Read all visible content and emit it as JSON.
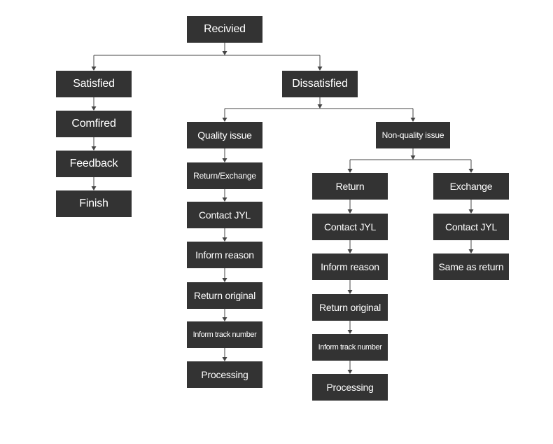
{
  "diagram": {
    "nodes": {
      "recivied": "Recivied",
      "satisfied": "Satisfied",
      "comfired": "Comfired",
      "feedback": "Feedback",
      "finish": "Finish",
      "dissatisfied": "Dissatisfied",
      "quality_issue": "Quality issue",
      "q_return_exchange": "Return/Exchange",
      "q_contact": "Contact JYL",
      "q_inform_reason": "Inform reason",
      "q_return_original": "Return original",
      "q_inform_track": "Inform track number",
      "q_processing": "Processing",
      "non_quality_issue": "Non-quality issue",
      "r_return": "Return",
      "r_contact": "Contact JYL",
      "r_inform_reason": "Inform reason",
      "r_return_original": "Return original",
      "r_inform_track": "Inform track number",
      "r_processing": "Processing",
      "e_exchange": "Exchange",
      "e_contact": "Contact JYL",
      "e_same": "Same as return"
    },
    "edges": [
      [
        "recivied",
        "satisfied"
      ],
      [
        "recivied",
        "dissatisfied"
      ],
      [
        "satisfied",
        "comfired"
      ],
      [
        "comfired",
        "feedback"
      ],
      [
        "feedback",
        "finish"
      ],
      [
        "dissatisfied",
        "quality_issue"
      ],
      [
        "dissatisfied",
        "non_quality_issue"
      ],
      [
        "quality_issue",
        "q_return_exchange"
      ],
      [
        "q_return_exchange",
        "q_contact"
      ],
      [
        "q_contact",
        "q_inform_reason"
      ],
      [
        "q_inform_reason",
        "q_return_original"
      ],
      [
        "q_return_original",
        "q_inform_track"
      ],
      [
        "q_inform_track",
        "q_processing"
      ],
      [
        "non_quality_issue",
        "r_return"
      ],
      [
        "non_quality_issue",
        "e_exchange"
      ],
      [
        "r_return",
        "r_contact"
      ],
      [
        "r_contact",
        "r_inform_reason"
      ],
      [
        "r_inform_reason",
        "r_return_original"
      ],
      [
        "r_return_original",
        "r_inform_track"
      ],
      [
        "r_inform_track",
        "r_processing"
      ],
      [
        "e_exchange",
        "e_contact"
      ],
      [
        "e_contact",
        "e_same"
      ]
    ],
    "colors": {
      "node_fill": "#333333",
      "node_text": "#ffffff",
      "connector": "#444444"
    }
  }
}
